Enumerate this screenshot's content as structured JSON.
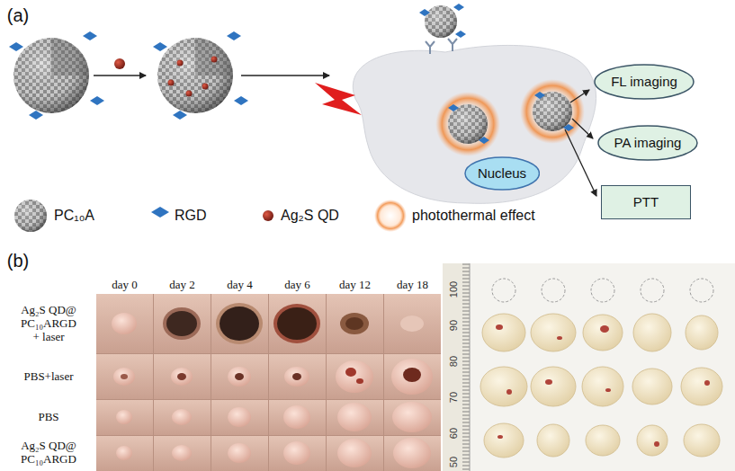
{
  "diagram": {
    "nodes": [
      {
        "text": [
          "Nucleus"
        ]
      },
      {
        "text": [
          "FL imaging"
        ]
      },
      {
        "text": [
          "PA imaging"
        ]
      },
      {
        "text": [
          "PTT"
        ]
      }
    ],
    "labels": [
      "(a)",
      "(b)",
      "day 0",
      "day 2",
      "day 4",
      "day 6",
      "day 12",
      "day 18",
      "Ag₂S QD@ PC₁₀ARGD + laser",
      "PBS+laser",
      "PBS",
      "Ag₂S QD@ PC₁₀ARGD",
      "100",
      "90",
      "80",
      "70",
      "60",
      "50"
    ],
    "legend": [
      {
        "text": "PC₁₀A"
      },
      {
        "text": "RGD"
      },
      {
        "text": "Ag₂S QD"
      },
      {
        "text": "photothermal effect"
      }
    ]
  }
}
